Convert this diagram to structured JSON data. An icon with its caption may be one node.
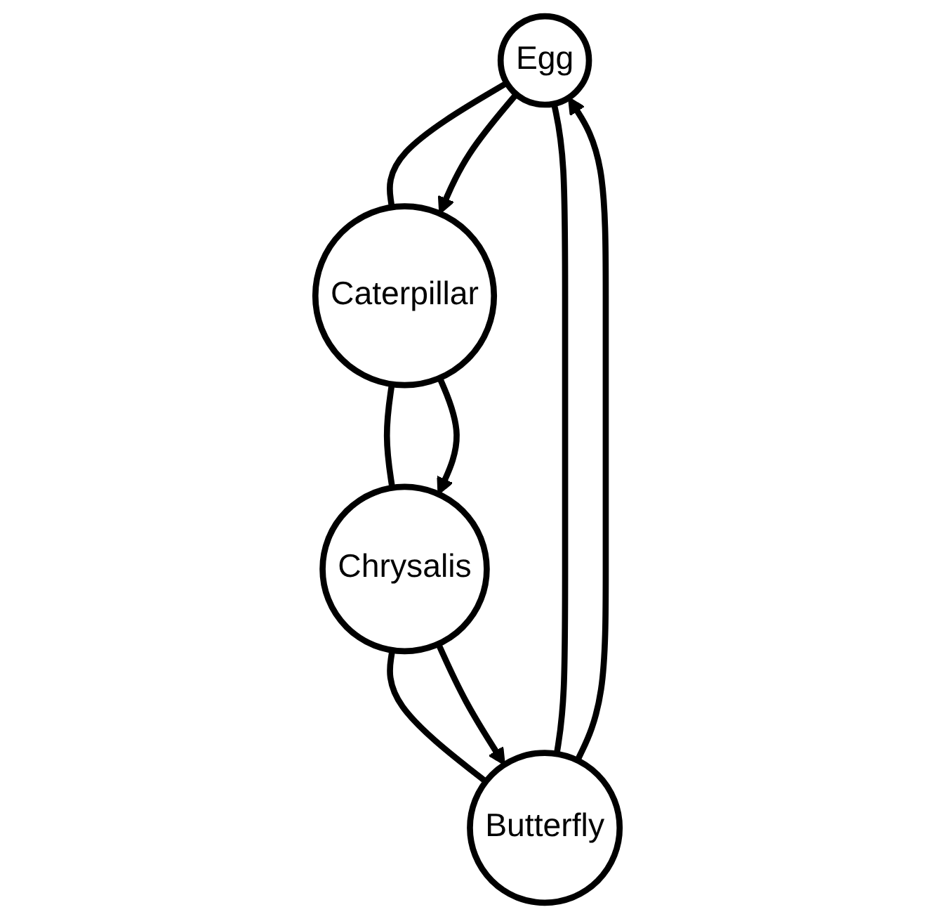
{
  "diagram": {
    "nodes": [
      {
        "text": [
          "Egg"
        ]
      },
      {
        "text": [
          "Caterpillar"
        ]
      },
      {
        "text": [
          "Chrysalis"
        ]
      },
      {
        "text": [
          "Butterfly"
        ]
      }
    ],
    "edges": [
      {
        "from": 0,
        "to": 1,
        "arrow": "none"
      },
      {
        "from": 1,
        "to": 2,
        "arrow": "none"
      },
      {
        "from": 2,
        "to": 3,
        "arrow": "none"
      },
      {
        "from": 3,
        "to": 0,
        "arrow": "none"
      },
      {
        "from": 0,
        "to": 1,
        "arrow": "to"
      },
      {
        "from": 1,
        "to": 2,
        "arrow": "to"
      },
      {
        "from": 2,
        "to": 3,
        "arrow": "to"
      },
      {
        "from": 3,
        "to": 0,
        "arrow": "to"
      }
    ]
  }
}
